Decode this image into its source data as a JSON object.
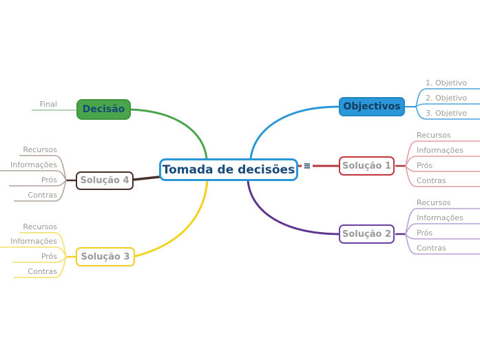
{
  "central": {
    "label": "Tomada de decisões"
  },
  "branches": {
    "decisao": {
      "label": "Decisão",
      "color": "#4aa54a",
      "leaves": [
        "Final"
      ]
    },
    "objectivos": {
      "label": "Objectivos",
      "color": "#2b97d8",
      "leaves": [
        "1. Objetivo",
        "2. Objetivo",
        "3. Objetivo"
      ]
    },
    "solucao1": {
      "label": "Solução 1",
      "color": "#c2353f",
      "leaves": [
        "Recursos",
        "Informações",
        "Prós",
        "Contras"
      ]
    },
    "solucao2": {
      "label": "Solução 2",
      "color": "#6a41a1",
      "leaves": [
        "Recursos",
        "Informações",
        "Prós",
        "Contras"
      ]
    },
    "solucao3": {
      "label": "Solução 3",
      "color": "#f0cf1f",
      "leaves": [
        "Recursos",
        "Informações",
        "Prós",
        "Contras"
      ]
    },
    "solucao4": {
      "label": "Solução 4",
      "color": "#463029",
      "leaves": [
        "Recursos",
        "Informações",
        "Prós",
        "Contras"
      ]
    }
  },
  "icons": {
    "hamburger": "≡"
  }
}
